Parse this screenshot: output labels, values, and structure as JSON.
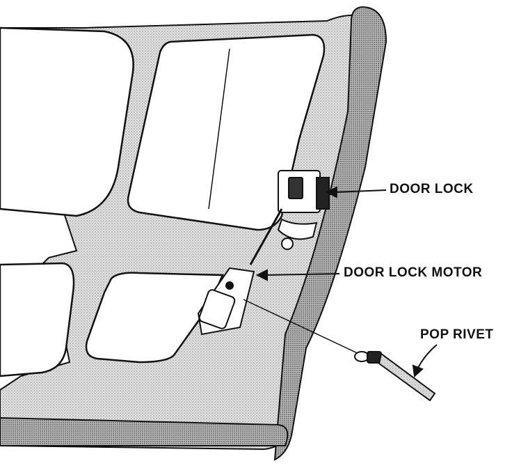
{
  "labels": {
    "door_lock": "DOOR LOCK",
    "door_lock_motor": "DOOR LOCK MOTOR",
    "pop_rivet": "POP RIVET"
  },
  "colors": {
    "ink": "#111111",
    "panel_shade": "#c9c9c9",
    "panel_light": "#e6e6e6",
    "paper": "#ffffff"
  }
}
